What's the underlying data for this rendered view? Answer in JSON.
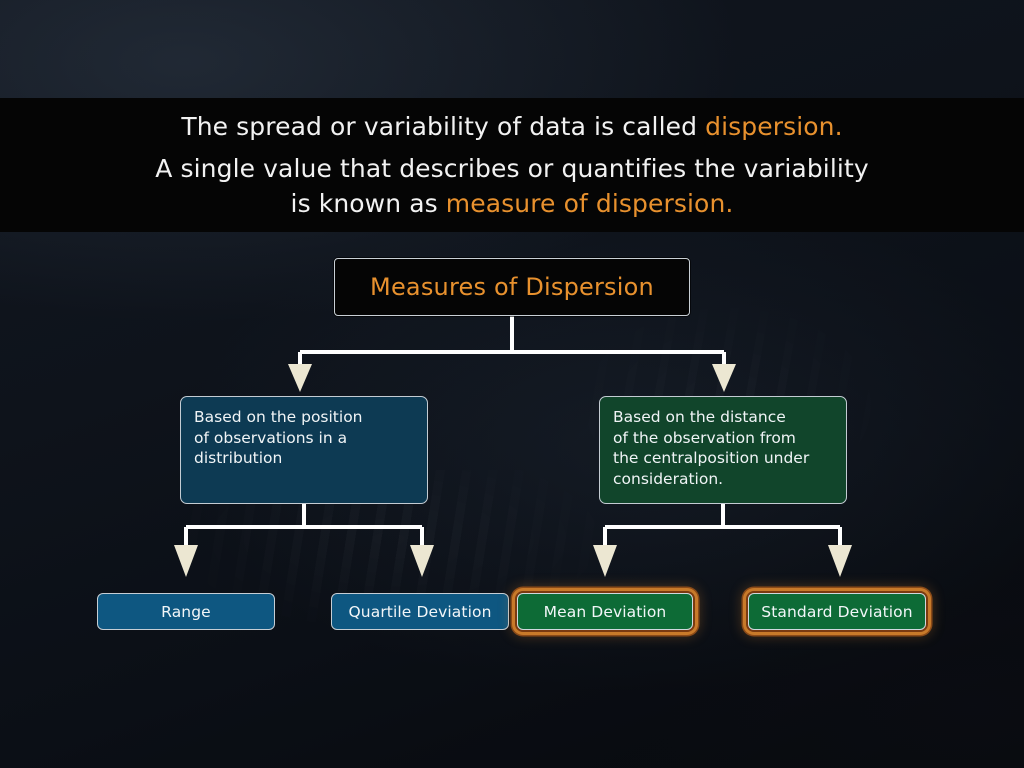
{
  "header": {
    "line1_plain": "The spread or variability of data is called ",
    "line1_accent": "dispersion.",
    "line2": "A single value that describes or quantifies the variability",
    "line3_plain": "is known as ",
    "line3_accent": "measure of dispersion."
  },
  "diagram": {
    "title": "Measures of Dispersion",
    "branches": [
      {
        "label": "Based on the position\nof observations in a\ndistribution"
      },
      {
        "label": "Based on the distance\nof the observation from\nthe centralposition under\nconsideration."
      }
    ],
    "leaves": [
      {
        "label": "Range"
      },
      {
        "label": "Quartile Deviation"
      },
      {
        "label": "Mean Deviation"
      },
      {
        "label": "Standard Deviation"
      }
    ]
  },
  "colors": {
    "accent_orange": "#e8912e",
    "header_band": "#050505",
    "branch_blue": "#0d3a53",
    "branch_green": "#11452b",
    "leaf_blue": "#0e5781",
    "leaf_green": "#0d6b36",
    "highlight_copper": "#c87a2a",
    "connector_white": "#ffffff",
    "arrow_cream": "#ece7d2",
    "border_light": "#c6ced5",
    "text_light": "#f2f6f8",
    "background_navy": "#0e131b"
  }
}
